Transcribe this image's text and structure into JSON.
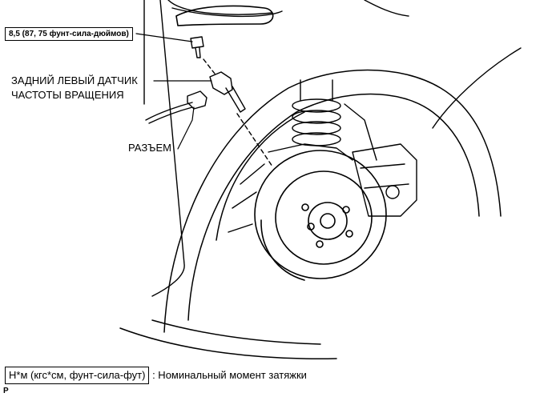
{
  "callouts": {
    "torque_spec": "8,5 (87, 75 фунт-сила-дюймов)",
    "sensor_line1": "ЗАДНИЙ ЛЕВЫЙ ДАТЧИК",
    "sensor_line2": "ЧАСТОТЫ ВРАЩЕНИЯ",
    "connector": "РАЗЪЕМ"
  },
  "legend": {
    "boxed_text": "Н*м (кгс*см, фунт-сила-фут)",
    "description": ": Номинальный момент затяжки"
  },
  "figure_code": "P"
}
